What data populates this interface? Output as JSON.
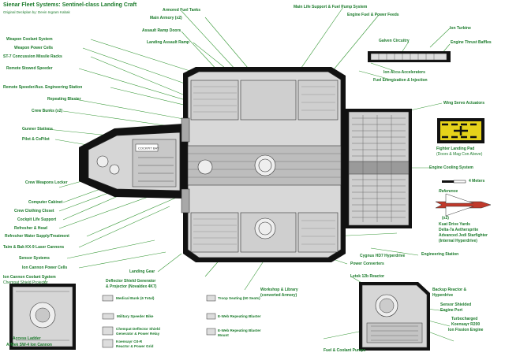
{
  "title": "Sienar Fleet Systems: Sentinel-class Landing Craft",
  "subtitle": "Original Deckplan by: Devin Ingram Kabak",
  "labels": {
    "armored_fuel_tanks": "Armored Fuel Tanks",
    "main_armory": "Main Armory (x2)",
    "assault_ramp_doors": "Assault Ramp Doors",
    "landing_assault_ramp": "Landing Assault Ramp",
    "main_life_support": "Main Life Support & Fuel Pump System",
    "engine_fuel_power": "Engine Fuel & Power Feeds",
    "ion_turbine": "Ion Turbine",
    "galven_circuitry": "Galven Circuitry",
    "engine_thrust_baffles": "Engine Thrust Baffles",
    "ion_accelerators": "Ion Accu-Accelerators",
    "fuel_energization": "Fuel Energization & Injection",
    "weapon_coolant": "Weapon Coolant System",
    "weapon_power_cells": "Weapon Power Cells",
    "concussion_missile": "ST-7 Concussion Missile Racks",
    "remote_stowed_speeder": "Remote Stowed Speeder",
    "remote_speeder_engineering": "Remote Speeder/Aux. Engineering Station",
    "repeating_blaster": "Repeating Blaster",
    "crew_bunks": "Crew Bunks (x2)",
    "gunner_stations": "Gunner Stations",
    "pilot_copilot": "Pilot & CoPilot",
    "crew_weapons_locker": "Crew Weapons Locker",
    "computer_cabinet": "Computer Cabinet",
    "crew_clothing_closet": "Crew Clothing Closet",
    "cockpit_life_support": "Cockpit Life Support",
    "refresher_head": "Refresher & Head",
    "refresher_water": "Refresher Water Supply/Treatment",
    "taim_bak": "Taim & Bak KX-9 Laser Cannons",
    "sensor_systems": "Sensor Systems",
    "ion_cannon_power_cells": "Ion Cannon Power Cells",
    "ion_cannon_coolant": "Ion Cannon Coolant System",
    "chempat_shield_projector": "Chempat Shield Projector",
    "access_ladder": "Access Ladder",
    "armek_ion_cannon": "ArMek SW-4 Ion Cannon",
    "wing_servo": "Wing Servo Actuators",
    "fighter_landing_pad": "Fighter Landing Pad",
    "fighter_landing_pad_sub": "(Doors & Mag Con Above)",
    "engine_cooling": "Engine Cooling System",
    "four_meters": "4 Meters",
    "reference": "Reference",
    "fighter_x2": "(x2)",
    "kuat_1": "Kuat Drive Yards",
    "kuat_2": "Delta-7a Aethersprite",
    "kuat_3": "Advanced Jedi Starfighter",
    "kuat_4": "(Internal Hyperdrive)",
    "cygnus_hyperdrive": "Cygnus HD7 Hyperdrive",
    "engineering_station": "Engineering Station",
    "power_converters": "Power Converters",
    "letek_reactor": "Letek 12b Reactor",
    "backup_reactor": "Backup Reactor &",
    "backup_reactor_2": "Hyperdrive",
    "sensor_shielded": "Sensor Shielded",
    "sensor_shielded_2": "Engine Port",
    "turbocharged_1": "Turbocharged",
    "turbocharged_2": "Koensayr R200",
    "turbocharged_3": "Ion Fission Engine",
    "fuel_coolant_pumps": "Fuel & Coolant Pumps",
    "landing_gear": "Landing Gear",
    "deflector_shield_1": "Deflector Shield Generator",
    "deflector_shield_2": "& Projector (Novaldex 4K7)",
    "workshop_library": "Workshop & Library",
    "workshop_library_2": "(converted Armory)",
    "cockpit_sign": "COCKPIT BAY"
  },
  "legend": [
    {
      "label": "Medical Bunk (6 Total)",
      "icon": "medical-bunk-icon"
    },
    {
      "label": "Troop Seating (50 Seats)",
      "icon": "troop-seating-icon"
    },
    {
      "label": "Military Speeder Bike",
      "icon": "speeder-bike-icon"
    },
    {
      "label": "E-Web Repeating Blaster",
      "icon": "eweb-blaster-icon"
    },
    {
      "label": "Chempat Deflector Shield",
      "label2": "Generator & Power Relay",
      "icon": "chempat-generator-icon"
    },
    {
      "label": "E-Web Repeating Blaster",
      "label2": "Mount",
      "icon": "eweb-mount-icon"
    },
    {
      "label": "Koensayr O3-R",
      "label2": "Reactor & Power Grid",
      "icon": "reactor-grid-icon"
    }
  ],
  "colors": {
    "label": "#1a7a2a",
    "line": "#3a9a3a",
    "hull": "#111111",
    "deck": "#d8d8d8",
    "hazard": "#e6d21a"
  }
}
